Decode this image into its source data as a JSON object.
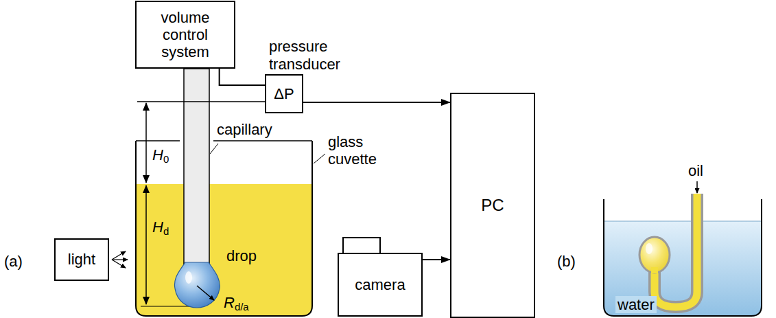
{
  "diagram": {
    "nodes": [
      {
        "text": [
          "volume control system"
        ]
      },
      {
        "text": [
          "pressure transducer",
          "ΔP"
        ]
      },
      {
        "text": [
          "PC"
        ]
      },
      {
        "text": [
          "camera"
        ]
      },
      {
        "text": [
          "light"
        ]
      }
    ],
    "edges": [
      {
        "from": 0,
        "to": 1,
        "arrow": "none"
      },
      {
        "from": 1,
        "to": 2,
        "arrow": "to"
      },
      {
        "from": 3,
        "to": 2,
        "arrow": "to"
      }
    ],
    "labels": [
      "(a)",
      "H0",
      "Hd",
      "Rd/a",
      "capillary",
      "glass cuvette",
      "drop",
      "(b)",
      "oil",
      "water"
    ]
  }
}
